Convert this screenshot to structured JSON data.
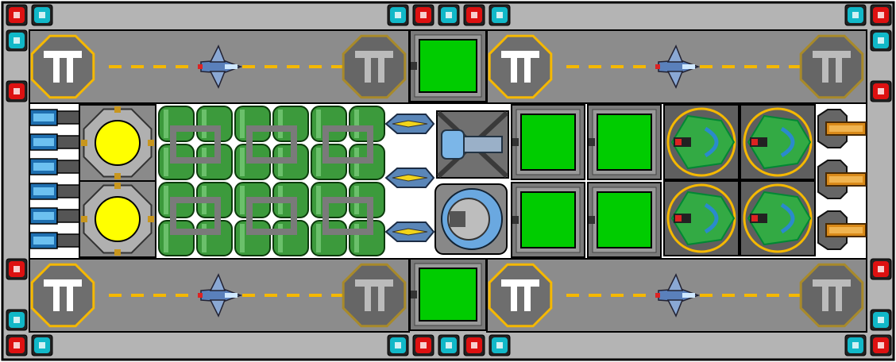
{
  "ship": {
    "colors": {
      "hull": "#b4b4b4",
      "hull_edge": "#000000",
      "deck": "#8c8c8c",
      "landing_line": "#f5b800",
      "room_green": "#00cc00",
      "reactor_yellow": "#ffff00",
      "tank_green": "#3c9a3c",
      "pipe_gray": "#7a7a7a",
      "node_red": "#dd1111",
      "node_cyan": "#11b8c8",
      "fighter_blue": "#5a80bb",
      "turret_green": "#33aa44",
      "cannon_orange": "#d98a1a",
      "bay_dark": "#5f5f5f"
    },
    "components": {
      "hangars": 4,
      "command_rooms": 6,
      "reactors": 2,
      "fuel_tank_columns": 3,
      "engine_thrusters": 6,
      "missile_pods": 3,
      "turrets": 4,
      "side_cannons": 3
    },
    "icons": {
      "landing_pad": "landing-pad-icon",
      "fighter": "fighter-ship-icon",
      "reactor": "reactor-core-icon",
      "turret": "turret-icon",
      "cannon": "cannon-icon",
      "missile": "missile-icon",
      "node": "power-node-icon"
    }
  }
}
